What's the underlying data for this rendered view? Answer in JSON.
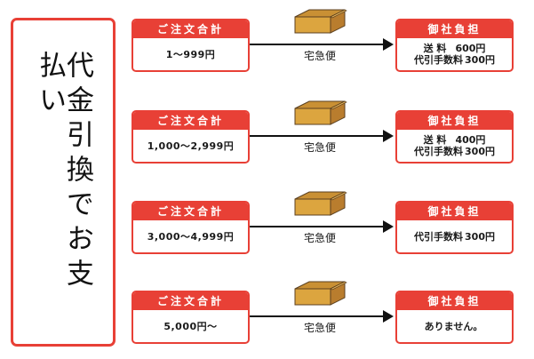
{
  "side_title": "代金引換でお支払い",
  "colors": {
    "accent": "#e84036",
    "box_fill": "#dca53f",
    "box_top": "#c99034"
  },
  "rows": [
    {
      "order_header": "ご注文合計",
      "order_value": "1〜999円",
      "service_label": "宅急便",
      "pay_header": "御社負担",
      "pay_lines": [
        {
          "left": "送 料",
          "right": "600円"
        },
        {
          "left": "代引手数料",
          "right": "300円"
        }
      ]
    },
    {
      "order_header": "ご注文合計",
      "order_value": "1,000〜2,999円",
      "service_label": "宅急便",
      "pay_header": "御社負担",
      "pay_lines": [
        {
          "left": "送 料",
          "right": "400円"
        },
        {
          "left": "代引手数料",
          "right": "300円"
        }
      ]
    },
    {
      "order_header": "ご注文合計",
      "order_value": "3,000〜4,999円",
      "service_label": "宅急便",
      "pay_header": "御社負担",
      "pay_lines": [
        {
          "left": "代引手数料",
          "right": "300円"
        }
      ]
    },
    {
      "order_header": "ご注文合計",
      "order_value": "5,000円〜",
      "service_label": "宅急便",
      "pay_header": "御社負担",
      "pay_lines": [
        {
          "left": "ありません。",
          "right": ""
        }
      ]
    }
  ]
}
